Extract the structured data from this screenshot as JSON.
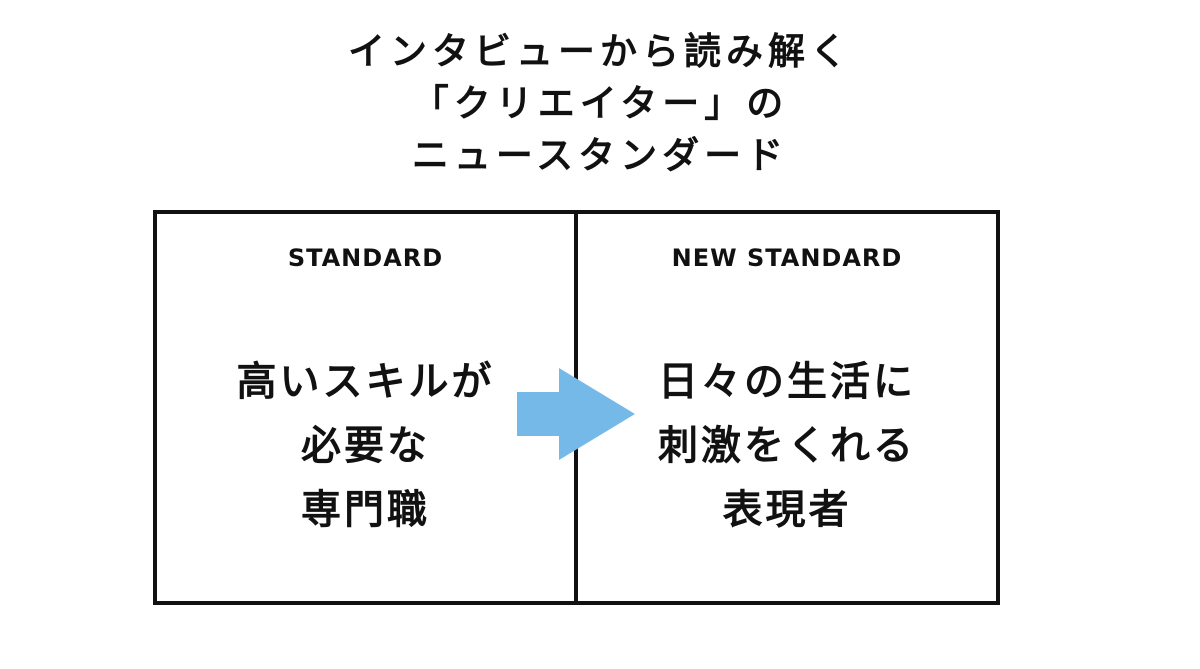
{
  "title": {
    "line1": "インタビューから読み解く",
    "line2": "「クリエイター」の",
    "line3": "ニュースタンダード"
  },
  "left_panel": {
    "label": "STANDARD",
    "line1": "高いスキルが",
    "line2": "必要な",
    "line3": "専門職"
  },
  "right_panel": {
    "label": "NEW STANDARD",
    "line1": "日々の生活に",
    "line2": "刺激をくれる",
    "line3": "表現者"
  },
  "colors": {
    "text": "#111111",
    "border": "#111111",
    "arrow": "#74b9e8",
    "background": "#ffffff"
  },
  "icons": {
    "arrow": "arrow-right-icon"
  }
}
